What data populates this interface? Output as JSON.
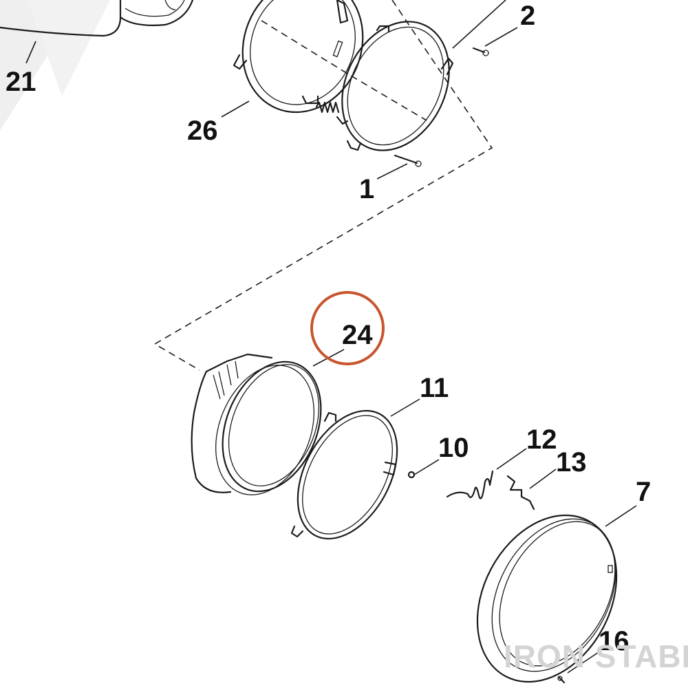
{
  "diagram": {
    "callouts": {
      "c21": "21",
      "c2": "2",
      "c26": "26",
      "c1": "1",
      "c24": "24",
      "c11": "11",
      "c10": "10",
      "c12": "12",
      "c13": "13",
      "c7": "7",
      "c16": "16"
    },
    "highlight_color": "#C8552E",
    "watermark": "IRON STABLE"
  }
}
